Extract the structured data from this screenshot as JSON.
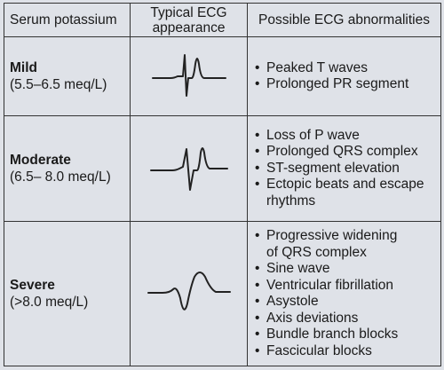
{
  "header": {
    "col1": "Serum potassium",
    "col2_line1": "Typical ECG",
    "col2_line2": "appearance",
    "col3": "Possible ECG abnormalities"
  },
  "rows": [
    {
      "level": "Mild",
      "range": "(5.5–6.5 meq/L)",
      "abnormalities": [
        "Peaked T waves",
        "Prolonged PR segment"
      ],
      "waveform_icon": "ecg-peaked-t-wave"
    },
    {
      "level": "Moderate",
      "range": "(6.5– 8.0 meq/L)",
      "abnormalities": [
        "Loss of P wave",
        "Prolonged QRS complex",
        "ST-segment elevation",
        "Ectopic beats and escape",
        "rhythms"
      ],
      "waveform_icon": "ecg-wide-qrs"
    },
    {
      "level": "Severe",
      "range": "(>8.0 meq/L)",
      "abnormalities": [
        "Progressive widening",
        "of QRS complex",
        "Sine wave",
        "Ventricular fibrillation",
        "Asystole",
        "Axis deviations",
        "Bundle branch blocks",
        "Fascicular blocks"
      ],
      "waveform_icon": "ecg-sine-wave"
    }
  ],
  "colors": {
    "background": "#dfe2e8",
    "line": "#333333",
    "text": "#1a1a1a"
  }
}
